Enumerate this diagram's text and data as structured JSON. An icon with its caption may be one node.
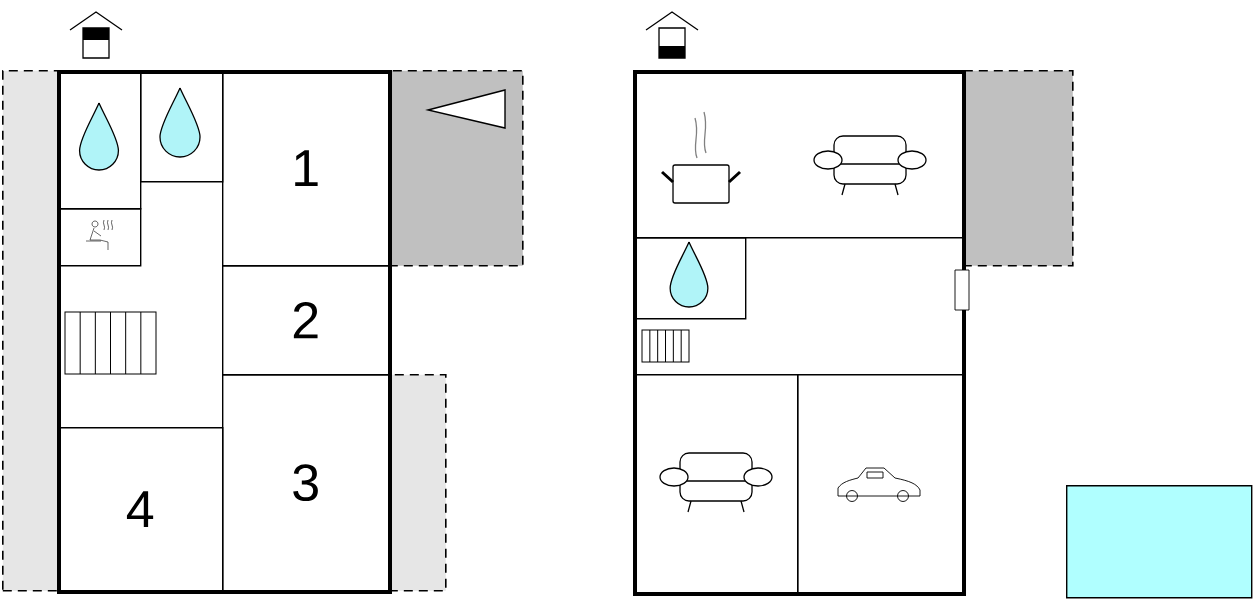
{
  "diagram": {
    "nodes": [
      {
        "text": [],
        "shape": "box"
      },
      {
        "text": [],
        "shape": "box",
        "in": 0
      },
      {
        "text": [],
        "shape": "box",
        "in": 0
      },
      {
        "text": [
          "1"
        ],
        "in": 0
      },
      {
        "text": [],
        "shape": "box",
        "in": 0
      },
      {
        "text": [
          "2"
        ],
        "in": 0
      },
      {
        "text": [
          "3"
        ],
        "in": 0
      },
      {
        "text": [
          "4"
        ],
        "in": 0
      },
      {
        "text": [],
        "shape": "box"
      },
      {
        "text": [],
        "shape": "box",
        "in": 8
      },
      {
        "text": [],
        "shape": "box",
        "in": 8
      },
      {
        "text": [],
        "shape": "box",
        "in": 8
      },
      {
        "text": [],
        "shape": "box",
        "in": 8
      },
      {
        "text": [],
        "shape": "box"
      },
      {
        "text": [],
        "shape": "box"
      },
      {
        "text": [],
        "shape": "box"
      },
      {
        "text": [],
        "shape": "box"
      },
      {
        "text": [],
        "shape": "box"
      }
    ]
  }
}
